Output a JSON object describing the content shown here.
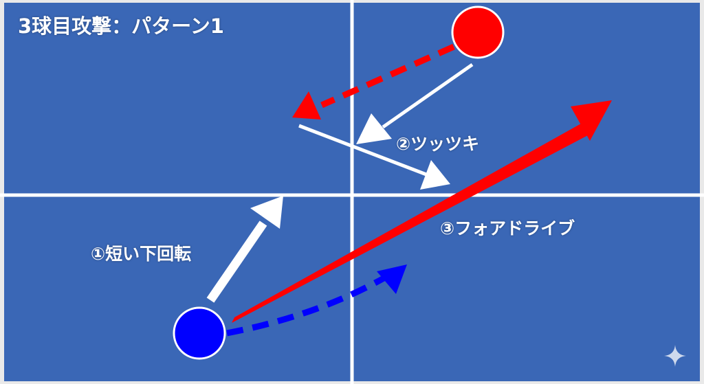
{
  "title": "3球目攻撃：パターン1",
  "labels": {
    "step1": "①短い下回転",
    "step2": "②ツッツキ",
    "step3": "③フォアドライブ"
  },
  "colors": {
    "table": "#3a67b6",
    "lines": "#ffffff",
    "background": "#e9e9e9",
    "red": "#ff0000",
    "blue": "#0000ff",
    "white_arrow": "#ffffff"
  },
  "icons": {
    "watermark": "sparkle-icon"
  }
}
